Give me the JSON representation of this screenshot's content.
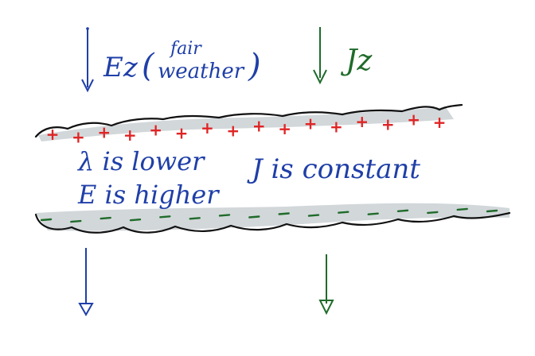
{
  "labels": {
    "field_symbol": "Ez",
    "field_note_line1": "fair",
    "field_note_line2": "weather",
    "current_symbol": "Jz",
    "lambda_statement": "λ is lower",
    "e_statement": "E is higher",
    "j_statement": "J is constant"
  },
  "charges": {
    "top_symbol": "+",
    "bottom_symbol": "–",
    "top_count": 16,
    "bottom_count": 16
  },
  "colors": {
    "blue_ink": "#1f3fa8",
    "green_ink": "#1f6b2a",
    "red_ink": "#e02424",
    "outline": "#111111",
    "cloud_shade": "#cdd3d6"
  }
}
